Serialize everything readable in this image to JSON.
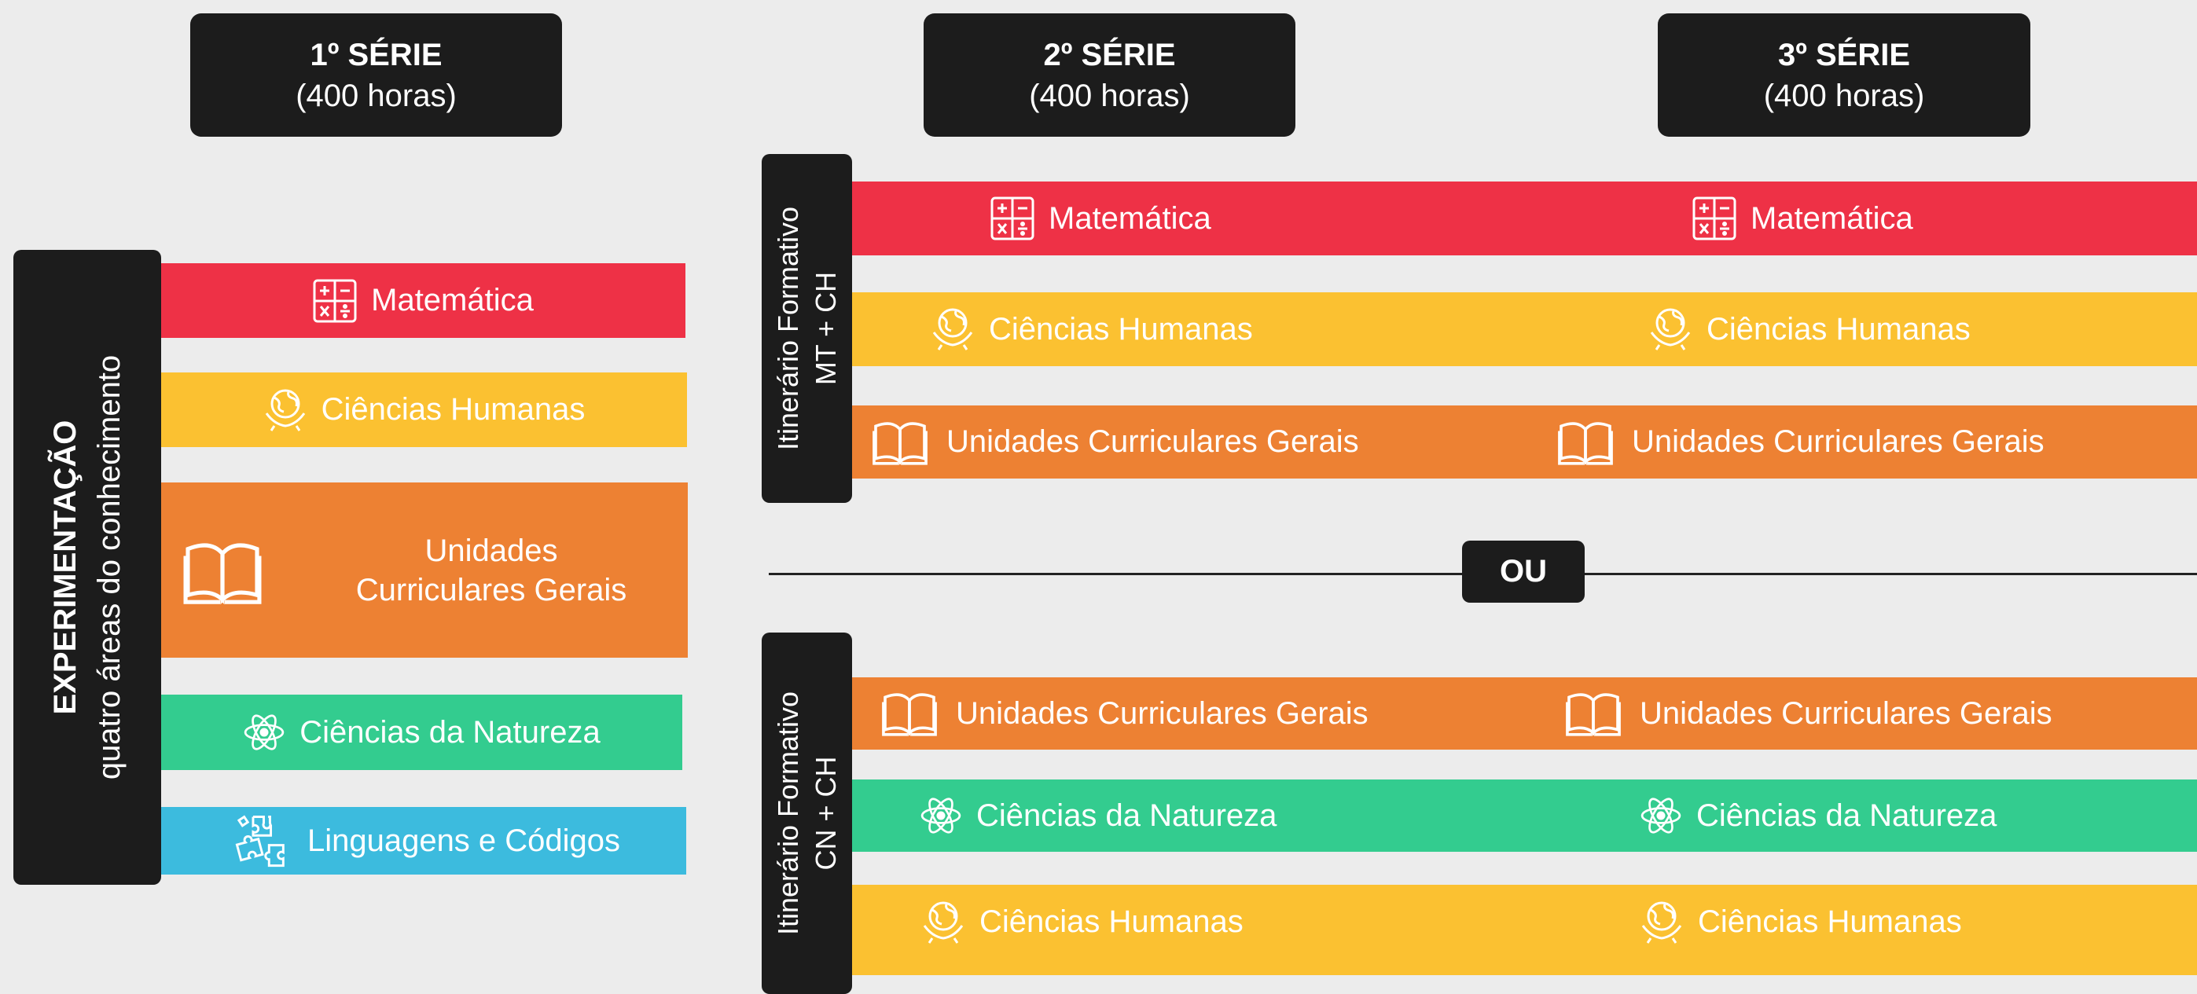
{
  "headers": [
    {
      "title": "1º SÉRIE",
      "sub": "(400 horas)"
    },
    {
      "title": "2º SÉRIE",
      "sub": "(400 horas)"
    },
    {
      "title": "3º SÉRIE",
      "sub": "(400 horas)"
    }
  ],
  "experimentacao": {
    "title": "EXPERIMENTAÇÃO",
    "subtitle": "quatro áreas do conhecimento"
  },
  "itinerary1": {
    "line1": "Itinerário Formativo",
    "line2": "MT + CH"
  },
  "itinerary2": {
    "line1": "Itinerário Formativo",
    "line2": "CN + CH"
  },
  "or_label": "OU",
  "subjects": {
    "mat": "Matemática",
    "ch": "Ciências Humanas",
    "ucg": "Unidades Curriculares Gerais",
    "ucg_line1": "Unidades",
    "ucg_line2": "Curriculares Gerais",
    "cn": "Ciências da Natureza",
    "lc": "Linguagens e Códigos"
  },
  "colors": {
    "matematica": "#ee3146",
    "ciencias_humanas": "#fbc131",
    "unidades_curriculares": "#ed8133",
    "ciencias_natureza": "#33cc8f",
    "linguagens": "#3cbbde",
    "dark": "#1c1c1c",
    "background": "#ececec"
  },
  "icons": {
    "mat": "calculator-icon",
    "ch": "globe-hands-icon",
    "ucg": "open-book-icon",
    "cn": "atom-icon",
    "lc": "puzzle-icon"
  }
}
